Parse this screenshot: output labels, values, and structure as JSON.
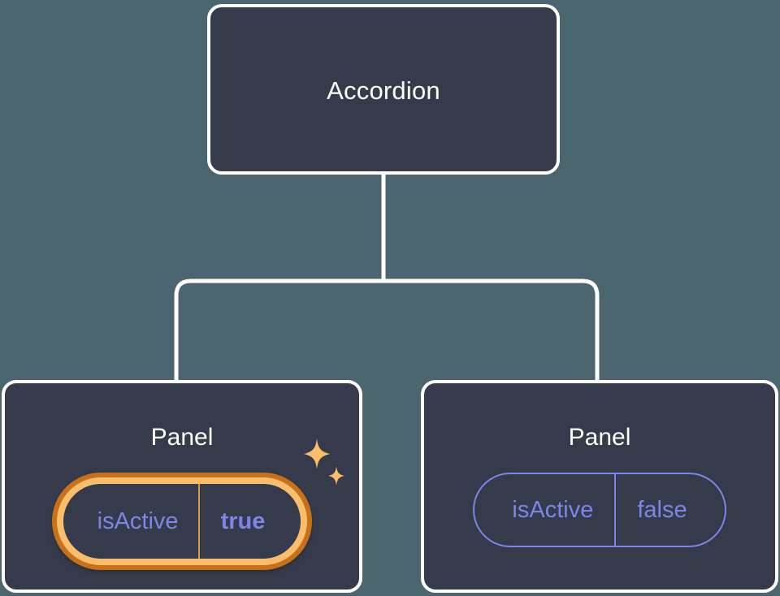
{
  "canvas": {
    "background_color": "#4c6670",
    "node_fill_color": "#353b4a",
    "node_border_color": "#ffffff",
    "connector_color": "#ffffff"
  },
  "tree": {
    "root": {
      "label": "Accordion"
    },
    "children": [
      {
        "label": "Panel",
        "highlighted": true,
        "prop": {
          "key": "isActive",
          "value": "true",
          "value_bold": true,
          "text_color": "#7c85e8",
          "ring_outer_color": "#c8701a",
          "ring_inner_color": "#f9bd6c",
          "divider_color": "#d99a4e"
        },
        "decoration": {
          "icon": "sparkles-icon",
          "color": "#f9bd6c"
        }
      },
      {
        "label": "Panel",
        "highlighted": false,
        "prop": {
          "key": "isActive",
          "value": "false",
          "value_bold": false,
          "text_color": "#7c85e8",
          "border_color": "#7c85e8",
          "divider_color": "#7c85e8"
        }
      }
    ]
  }
}
